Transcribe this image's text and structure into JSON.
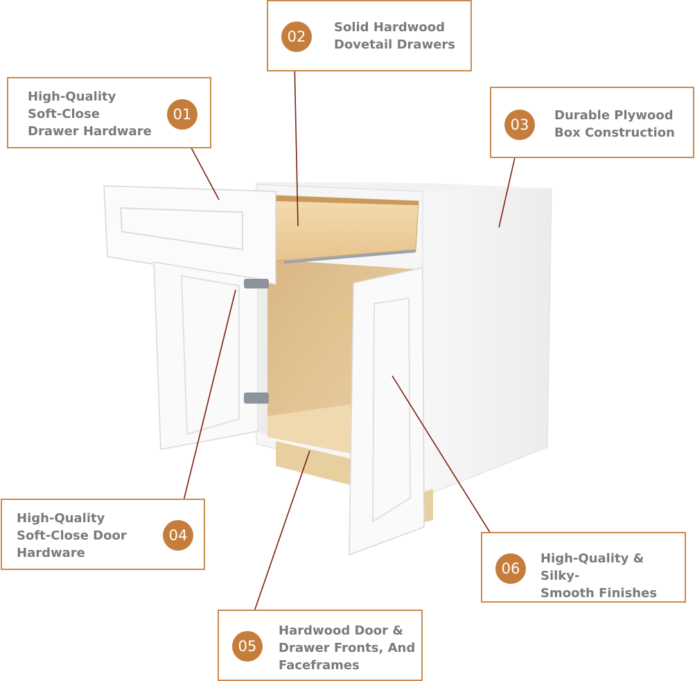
{
  "accent_color": "#c47d3b",
  "border_color": "#c98a4b",
  "leader_color": "#7a1f12",
  "callouts": {
    "c01": {
      "number": "01",
      "text": "High-Quality\nSoft-Close\nDrawer Hardware"
    },
    "c02": {
      "number": "02",
      "text": "Solid Hardwood\nDovetail Drawers"
    },
    "c03": {
      "number": "03",
      "text": "Durable Plywood\nBox Construction"
    },
    "c04": {
      "number": "04",
      "text": "High-Quality\nSoft-Close Door\nHardware"
    },
    "c05": {
      "number": "05",
      "text": "Hardwood Door &\nDrawer Fronts, And\nFaceframes"
    },
    "c06": {
      "number": "06",
      "text": "High-Quality & Silky-\nSmooth Finishes"
    }
  }
}
